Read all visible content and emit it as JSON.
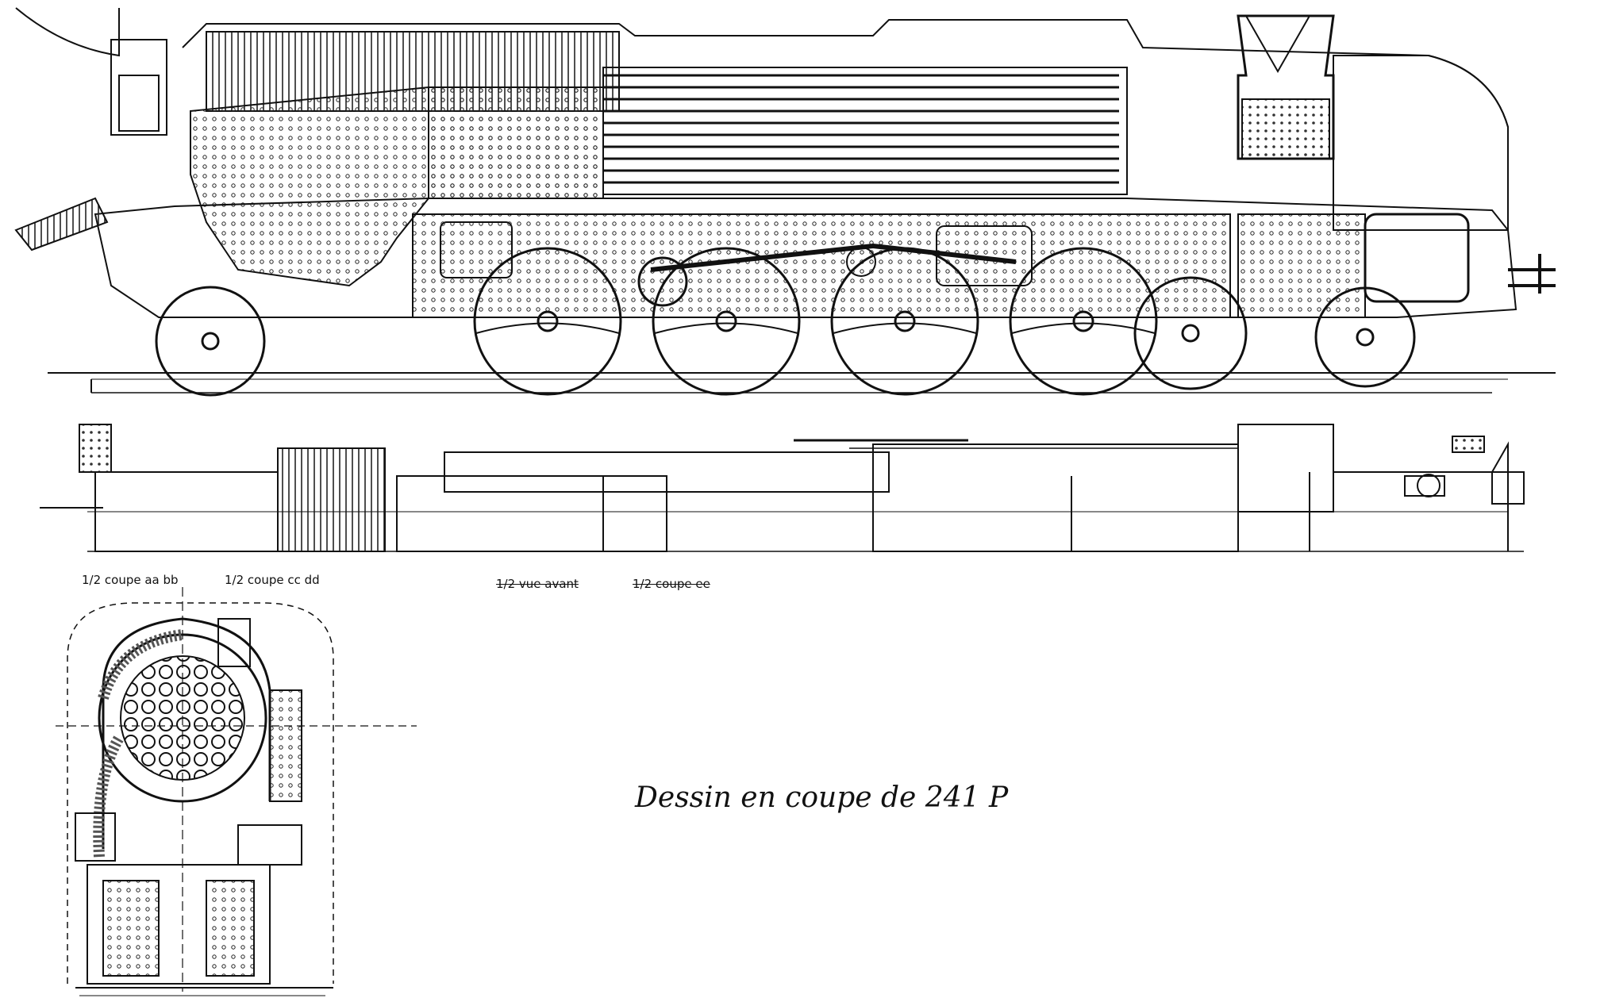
{
  "labels": {
    "section_aa_bb": "1/2 coupe aa bb",
    "section_cc_dd": "1/2 coupe cc dd",
    "front_view": "1/2 vue avant",
    "section_ee": "1/2 coupe ee"
  },
  "caption": "Dessin en coupe de 241 P"
}
